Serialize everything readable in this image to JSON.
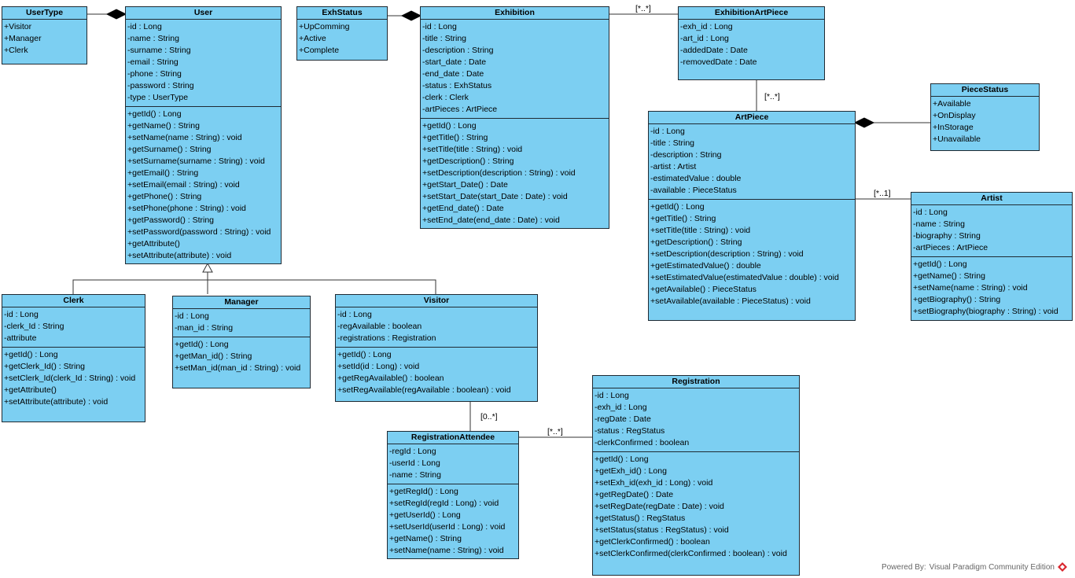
{
  "classes": {
    "usertype": {
      "name": "UserType",
      "attributes": [
        "+Visitor",
        "+Manager",
        "+Clerk"
      ],
      "operations": []
    },
    "user": {
      "name": "User",
      "attributes": [
        "-id : Long",
        "-name : String",
        "-surname : String",
        "-email : String",
        "-phone : String",
        "-password : String",
        "-type : UserType"
      ],
      "operations": [
        "+getId() : Long",
        "+getName() : String",
        "+setName(name : String) : void",
        "+getSurname() : String",
        "+setSurname(surname : String) : void",
        "+getEmail() : String",
        "+setEmail(email : String) : void",
        "+getPhone() : String",
        "+setPhone(phone : String) : void",
        "+getPassword() : String",
        "+setPassword(password : String) : void",
        "+getAttribute()",
        "+setAttribute(attribute) : void"
      ]
    },
    "exhstatus": {
      "name": "ExhStatus",
      "attributes": [
        "+UpComming",
        "+Active",
        "+Complete"
      ],
      "operations": []
    },
    "exhibition": {
      "name": "Exhibition",
      "attributes": [
        "-id : Long",
        "-title : String",
        "-description : String",
        "-start_date : Date",
        "-end_date : Date",
        "-status : ExhStatus",
        "-clerk : Clerk",
        "-artPieces : ArtPiece"
      ],
      "operations": [
        "+getId() : Long",
        "+getTitle() : String",
        "+setTitle(title : String) : void",
        "+getDescription() : String",
        "+setDescription(description : String) : void",
        "+getStart_Date() : Date",
        "+setStart_Date(start_Date : Date) : void",
        "+getEnd_date() : Date",
        "+setEnd_date(end_date : Date) : void"
      ]
    },
    "exhibitionartpiece": {
      "name": "ExhibitionArtPiece",
      "attributes": [
        "-exh_id : Long",
        "-art_id : Long",
        "-addedDate : Date",
        "-removedDate : Date"
      ],
      "operations": []
    },
    "piecestatus": {
      "name": "PieceStatus",
      "attributes": [
        "+Available",
        "+OnDisplay",
        "+InStorage",
        "+Unavailable"
      ],
      "operations": []
    },
    "artpiece": {
      "name": "ArtPiece",
      "attributes": [
        "-id : Long",
        "-title : String",
        "-description : String",
        "-artist : Artist",
        "-estimatedValue : double",
        "-available : PieceStatus"
      ],
      "operations": [
        "+getId() : Long",
        "+getTitle() : String",
        "+setTitle(title : String) : void",
        "+getDescription() : String",
        "+setDescription(description : String) : void",
        "+getEstimatedValue() : double",
        "+setEstimatedValue(estimatedValue : double) : void",
        "+getAvailable() : PieceStatus",
        "+setAvailable(available : PieceStatus) : void"
      ]
    },
    "artist": {
      "name": "Artist",
      "attributes": [
        "-id : Long",
        "-name : String",
        "-biography : String",
        "-artPieces : ArtPiece"
      ],
      "operations": [
        "+getId() : Long",
        "+getName() : String",
        "+setName(name : String) : void",
        "+getBiography() : String",
        "+setBiography(biography : String) : void"
      ]
    },
    "clerk": {
      "name": "Clerk",
      "attributes": [
        "-id : Long",
        "-clerk_Id : String",
        "-attribute"
      ],
      "operations": [
        "+getId() : Long",
        "+getClerk_Id() : String",
        "+setClerk_Id(clerk_Id : String) : void",
        "+getAttribute()",
        "+setAttribute(attribute) : void"
      ]
    },
    "manager": {
      "name": "Manager",
      "attributes": [
        "-id : Long",
        "-man_id : String"
      ],
      "operations": [
        "+getId() : Long",
        "+getMan_id() : String",
        "+setMan_id(man_id : String) : void"
      ]
    },
    "visitor": {
      "name": "Visitor",
      "attributes": [
        "-id : Long",
        "-regAvailable : boolean",
        "-registrations : Registration"
      ],
      "operations": [
        "+getId() : Long",
        "+setId(id : Long) : void",
        "+getRegAvailable() : boolean",
        "+setRegAvailable(regAvailable : boolean) : void"
      ]
    },
    "registrationattendee": {
      "name": "RegistrationAttendee",
      "attributes": [
        "-regId : Long",
        "-userId : Long",
        "-name : String"
      ],
      "operations": [
        "+getRegId() : Long",
        "+setRegId(regId : Long) : void",
        "+getUserId() : Long",
        "+setUserId(userId : Long) : void",
        "+getName() : String",
        "+setName(name : String) : void"
      ]
    },
    "registration": {
      "name": "Registration",
      "attributes": [
        "-id : Long",
        "-exh_id : Long",
        "-regDate : Date",
        "-status : RegStatus",
        "-clerkConfirmed : boolean"
      ],
      "operations": [
        "+getId() : Long",
        "+getExh_id() : Long",
        "+setExh_id(exh_id : Long) : void",
        "+getRegDate() : Date",
        "+setRegDate(regDate : Date) : void",
        "+getStatus() : RegStatus",
        "+setStatus(status : RegStatus) : void",
        "+getClerkConfirmed() : boolean",
        "+setClerkConfirmed(clerkConfirmed : boolean) : void"
      ]
    }
  },
  "multiplicities": {
    "exhibition_to_exhibitionartpiece": "[*..*]",
    "exhibitionartpiece_to_artpiece": "[*..*]",
    "artpiece_to_artist": "[*..1]",
    "visitor_to_registrationattendee": "[0..*]",
    "registrationattendee_to_registration": "[*..*]"
  },
  "footer": {
    "prefix": "Powered By:",
    "product": "Visual Paradigm Community Edition"
  },
  "colors": {
    "class_fill": "#7ccff2",
    "class_border": "#1f2a33",
    "logo": "#d9262e"
  }
}
